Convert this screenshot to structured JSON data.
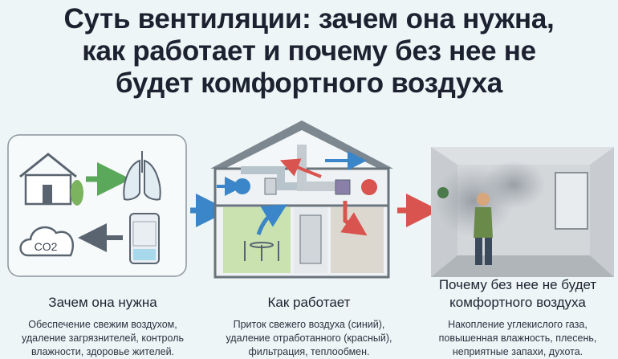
{
  "title": {
    "lines": [
      "Суть вентиляции: зачем она нужна,",
      "как работает и почему без нее не",
      "будет комфортного воздуха"
    ]
  },
  "illustration": {
    "co2_label": "CO2"
  },
  "sections": [
    {
      "heading": "Зачем она нужна",
      "description": [
        "Обеспечение свежим воздухом,",
        "удаление загрязнителей, контроль",
        "влажности, здоровье жителей."
      ]
    },
    {
      "heading": "Как работает",
      "description": [
        "Приток свежего воздуха (синий),",
        "удаление отработанного (красный),",
        "фильтрация, теплообмен."
      ]
    },
    {
      "heading": [
        "Почему без нее не будет",
        "комфортного воздуха"
      ],
      "description": [
        "Накопление углекислого газа,",
        "повышенная влажность, плесень,",
        "неприятные запахи, духота."
      ]
    }
  ],
  "colors": {
    "background": "#eef5f7",
    "fresh_air": "#3a86c8",
    "exhaust_air": "#d9534f",
    "green": "#5aa85a"
  }
}
